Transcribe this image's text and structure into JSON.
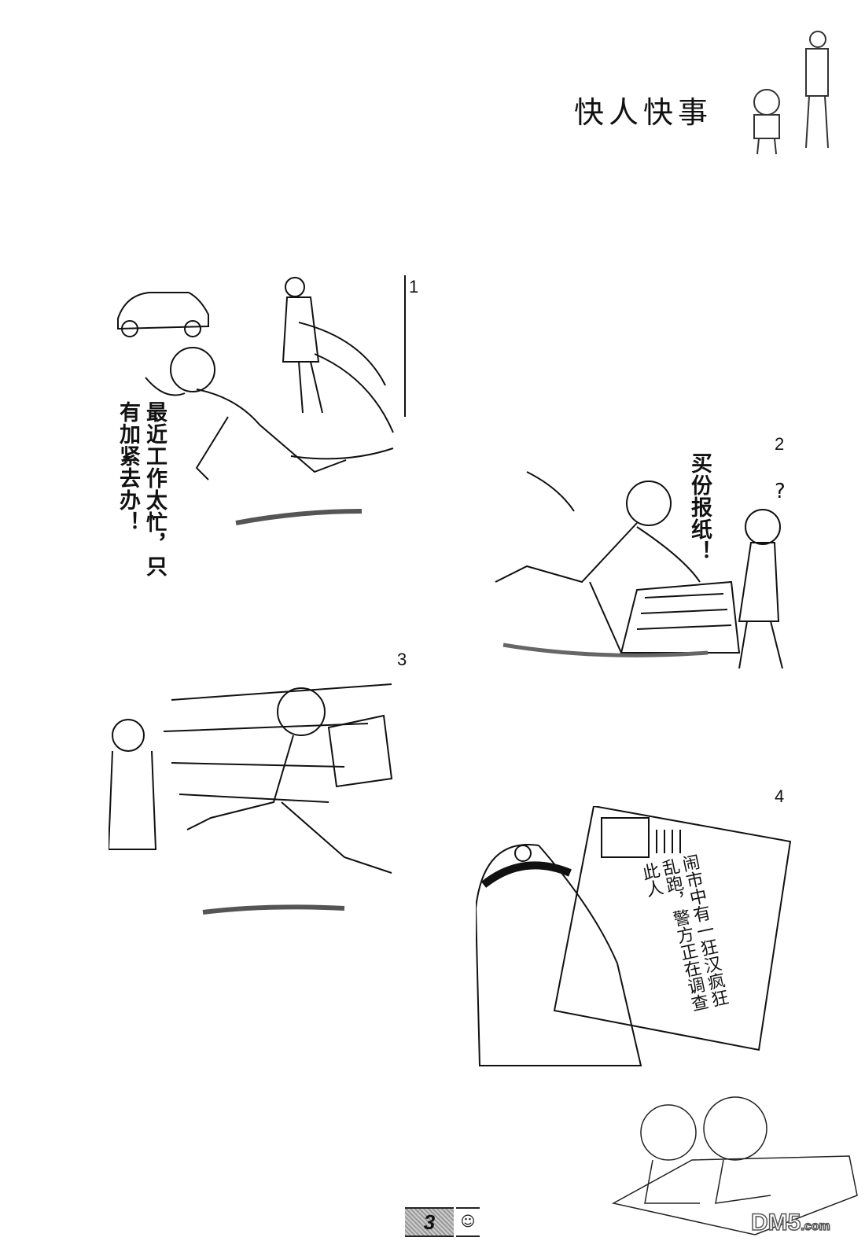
{
  "page": {
    "title": "快人快事",
    "page_number": "3",
    "watermark": {
      "brand": "DM5",
      "suffix": ".com"
    }
  },
  "panels": [
    {
      "number": "1",
      "speech": "最近工作太忙，只有加紧去办！"
    },
    {
      "number": "2",
      "speech": "买份报纸！",
      "question_mark": "?"
    },
    {
      "number": "3"
    },
    {
      "number": "4",
      "headline": "闹市中有一狂汉疯狂乱跑，警方正在调查此人"
    }
  ]
}
